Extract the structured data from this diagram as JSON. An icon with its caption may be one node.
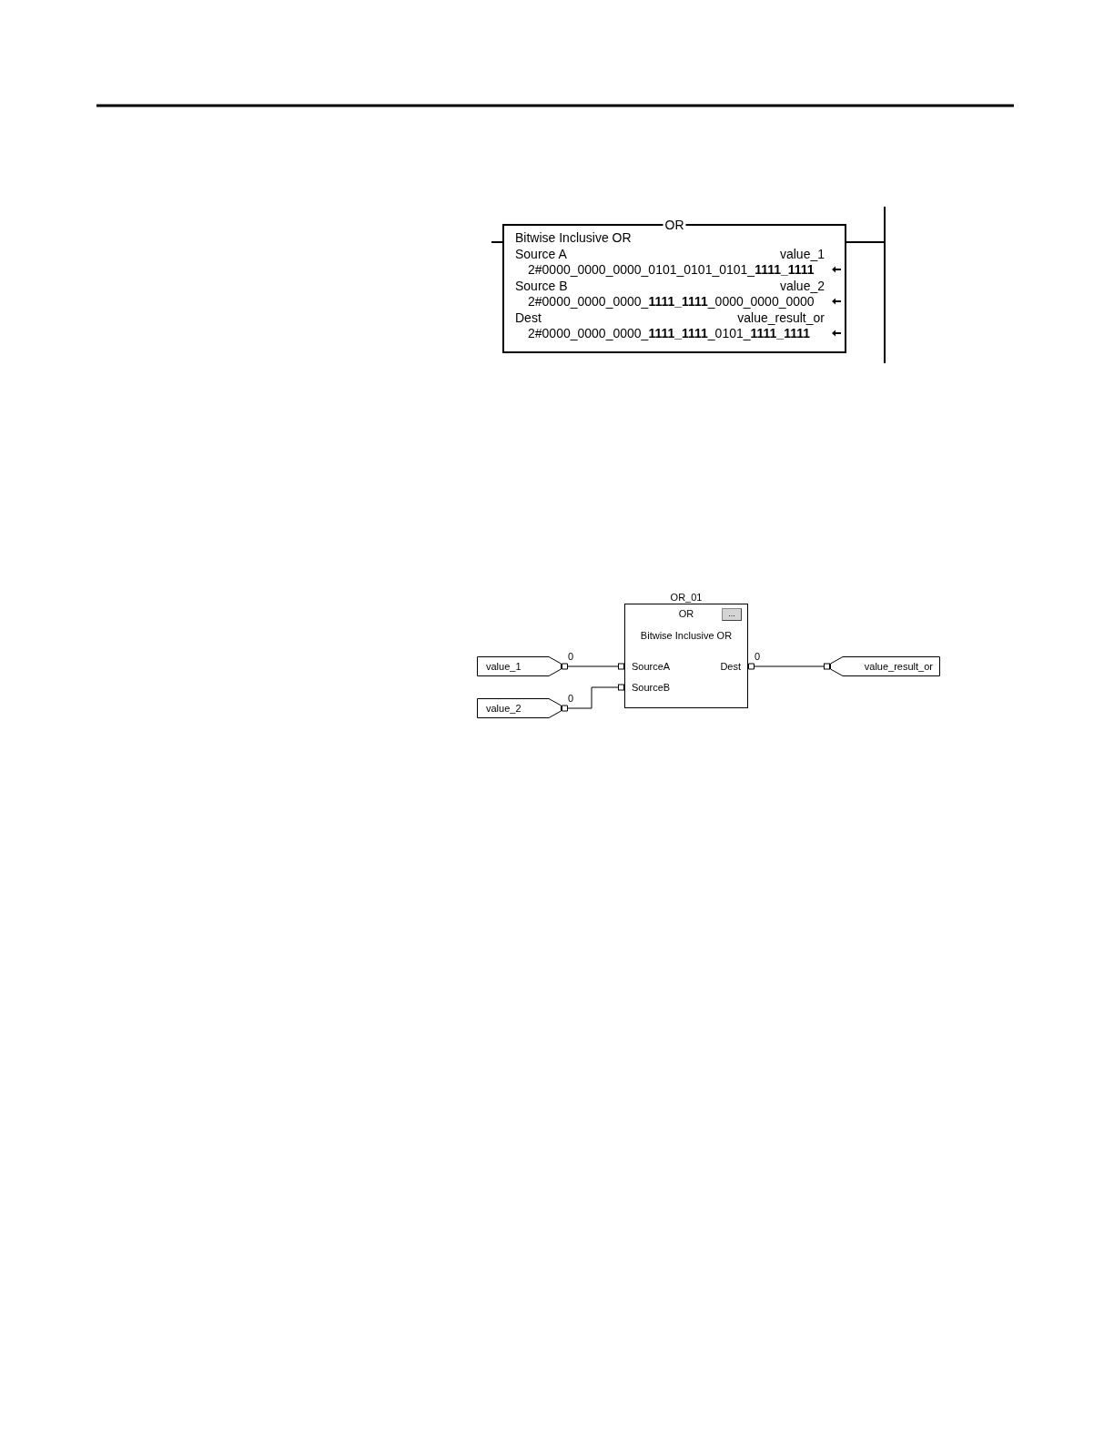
{
  "diagram": {
    "nodes": [
      {
        "text": [
          "OR",
          "Bitwise Inclusive OR",
          "Source A",
          "value_1",
          "2#0000_0000_0000_0101_0101_0101_**1111_1111**",
          "Source B",
          "value_2",
          "2#0000_0000_0000_**1111_1111**_0000_0000_0000",
          "Dest",
          "value_result_or",
          "2#0000_0000_0000_**1111_1111**_0101_**1111_1111**"
        ]
      },
      {
        "text": [],
        "shape": "bar"
      },
      {
        "text": [
          "value_1"
        ]
      },
      {
        "text": [
          "value_2"
        ]
      },
      {
        "text": [
          "OR_01",
          "OR",
          "...",
          "Bitwise Inclusive OR",
          "SourceA",
          "SourceB",
          "Dest"
        ]
      },
      {
        "text": [
          "value_result_or"
        ]
      }
    ],
    "edges": [
      {
        "from": null,
        "to": 0,
        "arrow": "none"
      },
      {
        "from": 0,
        "to": 1,
        "arrow": "none"
      },
      {
        "from": 2,
        "to": 4,
        "arrow": "other",
        "label": "0"
      },
      {
        "from": 3,
        "to": 4,
        "arrow": "other",
        "label": "0"
      },
      {
        "from": 4,
        "to": 5,
        "arrow": "other",
        "label": "0"
      }
    ]
  }
}
